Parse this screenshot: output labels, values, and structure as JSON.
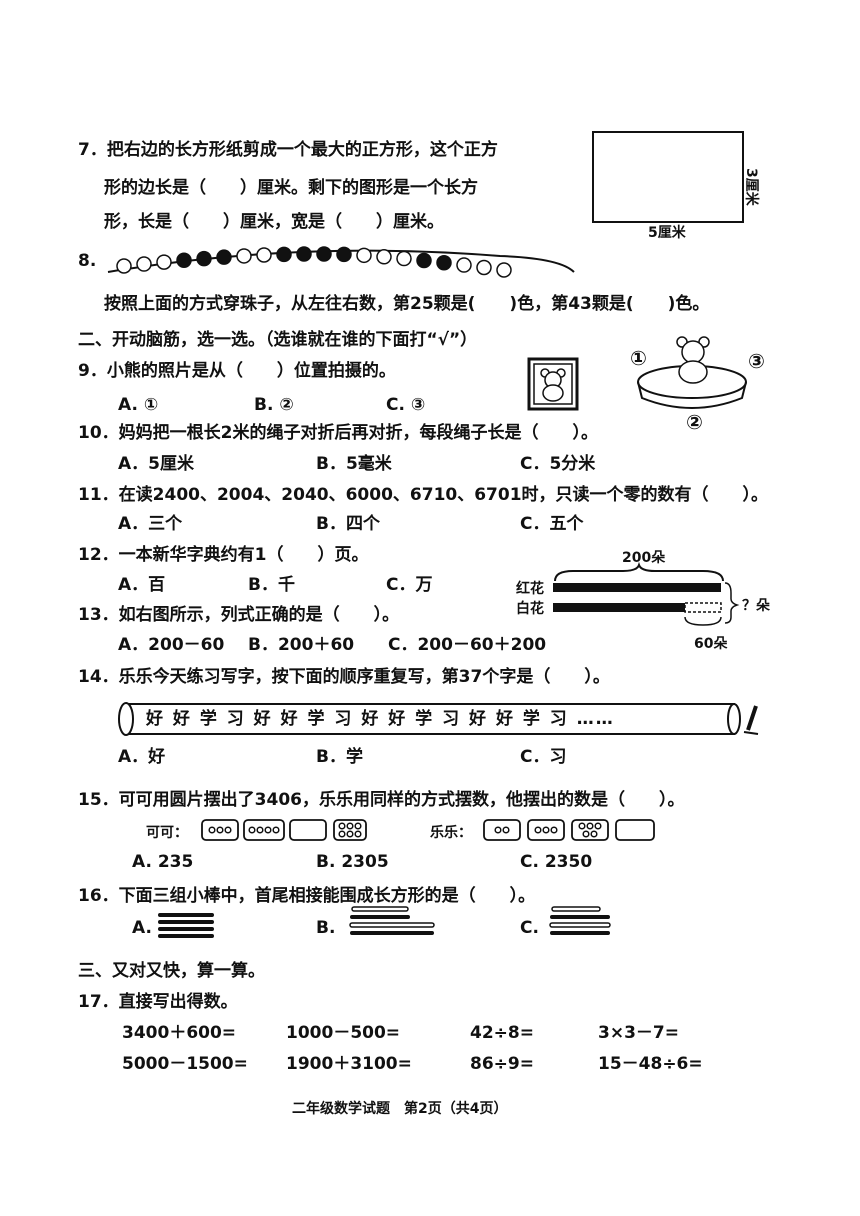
{
  "q7": {
    "line1": "7．把右边的长方形纸剪成一个最大的正方形，这个正方",
    "line2": "形的边长是（　　）厘米。剩下的图形是一个长方",
    "line3": "形，长是（　　）厘米，宽是（　　）厘米。",
    "width_label": "5厘米",
    "height_label": "3厘米"
  },
  "q8": {
    "number": "8.",
    "text": "按照上面的方式穿珠子，从左往右数，第25颗是(　　)色，第43颗是(　　)色。",
    "beads": [
      "w",
      "w",
      "w",
      "b",
      "b",
      "b",
      "w",
      "w",
      "b",
      "b",
      "b",
      "b",
      "w",
      "w",
      "w",
      "b",
      "b",
      "w",
      "w",
      "w"
    ]
  },
  "sec2": {
    "heading": "二、开动脑筋，选一选。（选谁就在谁的下面打“√”）"
  },
  "q9": {
    "text": "9．小熊的照片是从（　　）位置拍摄的。",
    "options": [
      "A. ①",
      "B. ②",
      "C. ③"
    ],
    "markers": [
      "①",
      "②",
      "③"
    ]
  },
  "q10": {
    "text": "10．妈妈把一根长2米的绳子对折后再对折，每段绳子长是（　　）。",
    "options": [
      "A．5厘米",
      "B．5毫米",
      "C．5分米"
    ]
  },
  "q11": {
    "text": "11．在读2400、2004、2040、6000、6710、6701时，只读一个零的数有（　　）。",
    "options": [
      "A．三个",
      "B．四个",
      "C．五个"
    ]
  },
  "q12": {
    "text": "12．一本新华字典约有1（　　）页。",
    "options": [
      "A．百",
      "B．千",
      "C．万"
    ]
  },
  "q13": {
    "text": "13．如右图所示，列式正确的是（　　）。",
    "options": [
      "A．200－60",
      "B．200＋60",
      "C．200－60＋200"
    ],
    "diagram": {
      "total_label": "200朵",
      "red_label": "红花",
      "white_label": "白花",
      "question_label": "？朵",
      "diff_label": "60朵"
    }
  },
  "q14": {
    "text": "14．乐乐今天练习写字，按下面的顺序重复写，第37个字是（　　）。",
    "sequence": "好 好 学 习 好 好 学 习 好 好 学 习 好 好 学 习 ……",
    "options": [
      "A．好",
      "B．学",
      "C．习"
    ]
  },
  "q15": {
    "text": "15．可可用圆片摆出了3406，乐乐用同样的方式摆数，他摆出的数是（　　）。",
    "keke_label": "可可：",
    "lele_label": "乐乐：",
    "keke_counts": [
      3,
      4,
      0,
      6
    ],
    "lele_counts": [
      2,
      3,
      5,
      0
    ],
    "options": [
      "A. 235",
      "B. 2305",
      "C. 2350"
    ]
  },
  "q16": {
    "text": "16．下面三组小棒中，首尾相接能围成长方形的是（　　）。",
    "options": [
      "A.",
      "B.",
      "C."
    ]
  },
  "sec3": {
    "heading": "三、又对又快，算一算。"
  },
  "q17": {
    "text": "17．直接写出得数。",
    "row1": [
      "3400＋600=",
      "1000－500=",
      "42÷8=",
      "3×3－7="
    ],
    "row2": [
      "5000－1500=",
      "1900＋3100=",
      "86÷9=",
      "15－48÷6="
    ]
  },
  "footer": {
    "text": "二年级数学试题　第2页（共4页）"
  }
}
